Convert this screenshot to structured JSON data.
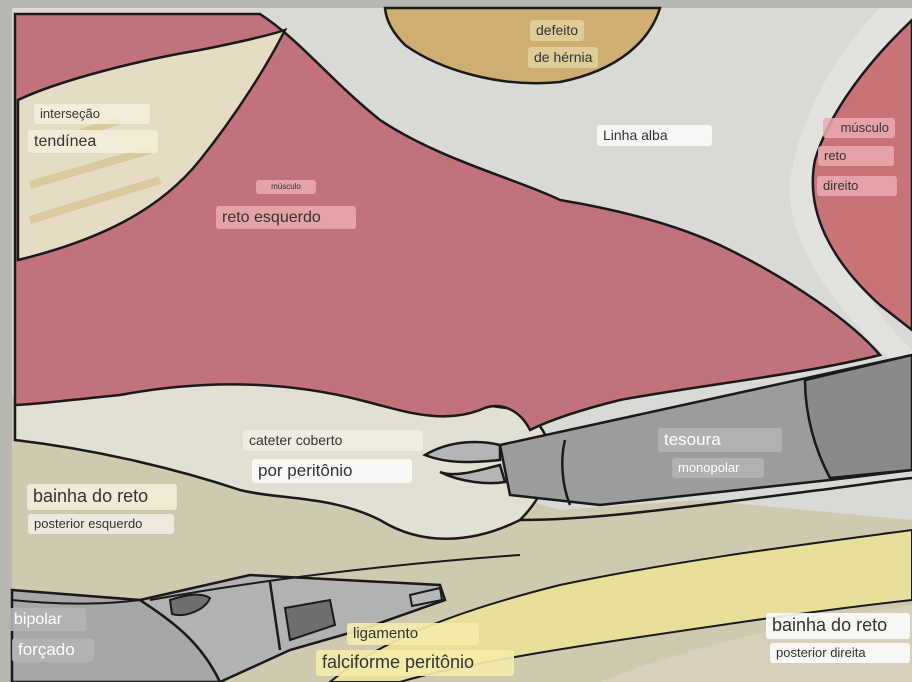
{
  "labels": {
    "defeito": "defeito",
    "de_hernia": "de hérnia",
    "intersecao": "interseção",
    "tendinea": "tendínea",
    "linha_alba": "Linha alba",
    "musculo_direito_1": "músculo",
    "musculo_direito_2": "reto",
    "musculo_direito_3": "direito",
    "musculo_esquerdo_1": "músculo",
    "musculo_esquerdo_2": "reto esquerdo",
    "cateter_1": "cateter coberto",
    "cateter_2": "por peritônio",
    "tesoura_1": "tesoura",
    "tesoura_2": "monopolar",
    "bainha_esq_1": "bainha do reto",
    "bainha_esq_2": "posterior esquerdo",
    "bipolar_1": "bipolar",
    "bipolar_2": "forçado",
    "ligamento_1": "ligamento",
    "ligamento_2": "falciforme peritônio",
    "bainha_dir_1": "bainha do reto",
    "bainha_dir_2": "posterior direita"
  },
  "colors": {
    "muscle": "#c2727a",
    "alba": "#dcdcda",
    "hernia": "#cfae72",
    "sheath": "#cfc9b0",
    "peritoneum": "#ddd9ca",
    "ligament": "#e8df9b",
    "instrument": "#9a9a9a",
    "outline": "#1a1a1a"
  }
}
